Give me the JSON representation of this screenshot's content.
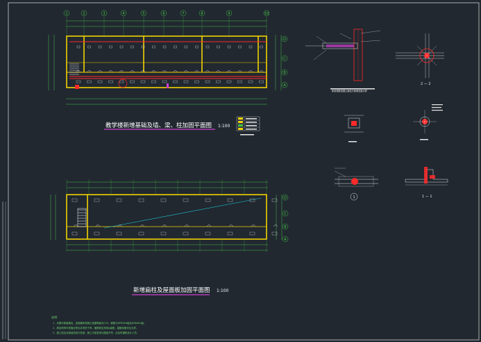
{
  "sheet": {
    "background": "#212830",
    "colors": {
      "wall": "#f2d200",
      "dim": "#44c044",
      "beam": "#ff2a2a",
      "cyan": "#1ec8d8",
      "magenta": "#d040d0",
      "white": "#ffffff"
    }
  },
  "plan1": {
    "title": "教学楼新增基础及墙、梁、柱加固平面图",
    "scale": "1:100",
    "col_axes": [
      "1",
      "2",
      "3",
      "4",
      "5",
      "6",
      "7",
      "8",
      "9",
      "10"
    ],
    "row_axes": [
      "D",
      "C",
      "B",
      "A"
    ]
  },
  "plan2": {
    "title": "新增扁柱及屋面板加固平面图",
    "scale": "1:100",
    "row_axes": [
      "D",
      "C",
      "B",
      "A"
    ]
  },
  "details": {
    "section_22": "2 — 2",
    "section_11": "1 — 1",
    "label_1": "1",
    "caption_wall": "新增钢筋混凝土扁柱与原墙连接大样"
  },
  "notes": {
    "heading": "说明:",
    "lines": [
      "1、本图中新增扁柱、加固墙体混凝土强度等级为C25，钢筋为HPB300级及HRB400级。",
      "2、原结构构件表面应凿毛并清洗干净，植筋胶应采用A级胶，锚固深度详见大样。",
      "3、施工前应对原结构进行检测，施工中如发现与图纸不符，应及时通知设计人员。"
    ]
  }
}
